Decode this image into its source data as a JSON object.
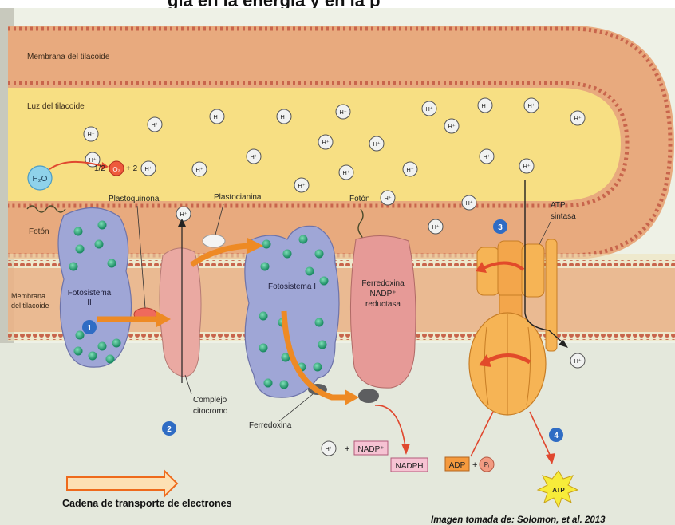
{
  "header": {
    "title": "gia en la energía y en la p"
  },
  "labels": {
    "membrana_tilacoide_top": "Membrana del tilacoide",
    "luz_tilacoide": "Luz del tilacoide",
    "membrana_izq_1": "Membrana",
    "membrana_izq_2": "del tilacoide",
    "foton_izq": "Fotón",
    "foton_centro": "Fotón",
    "plastoquinona": "Plastoquinona",
    "plastocianina": "Plastocianina",
    "fotosistema_ii_1": "Fotosistema",
    "fotosistema_ii_2": "II",
    "fotosistema_i": "Fotosistema I",
    "complejo_1": "Complejo",
    "complejo_2": "citocromo",
    "ferredoxina": "Ferredoxina",
    "fnr_1": "Ferredoxina",
    "fnr_2": "NADP⁺",
    "fnr_3": "reductasa",
    "atp_sintasa_1": "ATP",
    "atp_sintasa_2": "sintasa",
    "h2o": "H₂O",
    "half_o2": "1/2",
    "o2": "O₂",
    "plus_2": "+ 2",
    "hplus": "H⁺",
    "plus": "+",
    "nadp": "NADP⁺",
    "nadph": "NADPH",
    "adp": "ADP",
    "pi": "Pᵢ",
    "atp": "ATP",
    "step_1": "1",
    "step_2": "2",
    "step_3": "3",
    "step_4": "4"
  },
  "legend": {
    "arrow_label": "Cadena de transporte de electrones"
  },
  "credit": "Imagen tomada de: Solomon, et al. 2013",
  "colors": {
    "lumen": "#f7df83",
    "membrane": "#e8aa7e",
    "membrane_bead": "#c8654c",
    "photosystem": "#9fa6d6",
    "cytochrome": "#eaa9a2",
    "fnr": "#e69a97",
    "atp_synthase": "#f6b455",
    "electron_arrow": "#ee8a24",
    "paper": "#eef1e6"
  }
}
